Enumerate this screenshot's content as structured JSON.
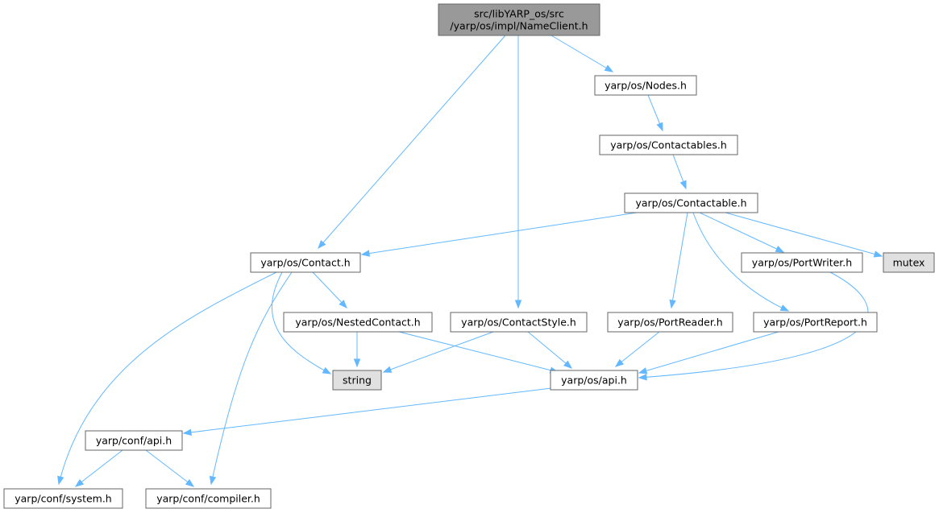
{
  "colors": {
    "root_fill": "#999999",
    "external_fill": "#e0e0e0",
    "node_fill": "#ffffff",
    "border": "#666666",
    "edge": "#63b8ff"
  },
  "nodes": {
    "root": {
      "lines": [
        "src/libYARP_os/src",
        "/yarp/os/impl/NameClient.h"
      ]
    },
    "nodes_h": {
      "lines": [
        "yarp/os/Nodes.h"
      ]
    },
    "contactables_h": {
      "lines": [
        "yarp/os/Contactables.h"
      ]
    },
    "contactable_h": {
      "lines": [
        "yarp/os/Contactable.h"
      ]
    },
    "contact_h": {
      "lines": [
        "yarp/os/Contact.h"
      ]
    },
    "portwriter_h": {
      "lines": [
        "yarp/os/PortWriter.h"
      ]
    },
    "mutex": {
      "lines": [
        "mutex"
      ]
    },
    "nestedcontact_h": {
      "lines": [
        "yarp/os/NestedContact.h"
      ]
    },
    "contactstyle_h": {
      "lines": [
        "yarp/os/ContactStyle.h"
      ]
    },
    "portreader_h": {
      "lines": [
        "yarp/os/PortReader.h"
      ]
    },
    "portreport_h": {
      "lines": [
        "yarp/os/PortReport.h"
      ]
    },
    "string": {
      "lines": [
        "string"
      ]
    },
    "os_api_h": {
      "lines": [
        "yarp/os/api.h"
      ]
    },
    "conf_api_h": {
      "lines": [
        "yarp/conf/api.h"
      ]
    },
    "system_h": {
      "lines": [
        "yarp/conf/system.h"
      ]
    },
    "compiler_h": {
      "lines": [
        "yarp/conf/compiler.h"
      ]
    }
  }
}
